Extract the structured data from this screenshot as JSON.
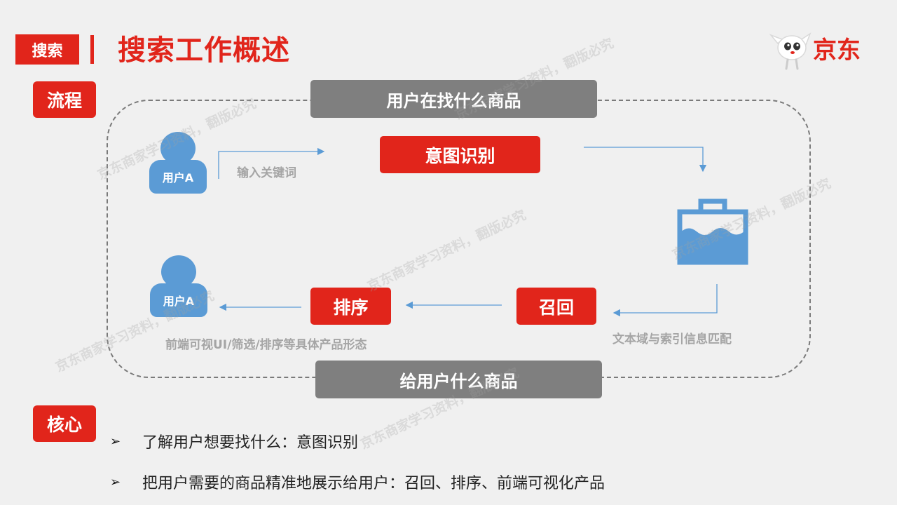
{
  "header": {
    "tag_label": "搜索",
    "title": "搜索工作概述"
  },
  "logo": {
    "text": "京东",
    "icon": "jd-dog-mascot-icon"
  },
  "flow": {
    "tag_label": "流程",
    "top_banner": "用户在找什么商品",
    "bottom_banner": "给用户什么商品",
    "user_label": "用户A",
    "intent_step": "意图识别",
    "recall_step": "召回",
    "sort_step": "排序",
    "keyword_label": "输入关键词",
    "match_label": "文本域与索引信息匹配",
    "frontend_label": "前端可视UI/筛选/排序等具体产品形态",
    "index_icon": "briefcase-icon"
  },
  "core": {
    "tag_label": "核心",
    "bullet_mark": "➢",
    "items": [
      "了解用户想要找什么：意图识别",
      "把用户需要的商品精准地展示给用户：召回、排序、前端可视化产品"
    ]
  },
  "watermark": {
    "text": "京东商家学习资料，翻版必究"
  },
  "colors": {
    "brand_red": "#e1251b",
    "banner_gray": "#7f7f7f",
    "user_blue": "#5b9bd5",
    "background": "#f0f0f0"
  }
}
